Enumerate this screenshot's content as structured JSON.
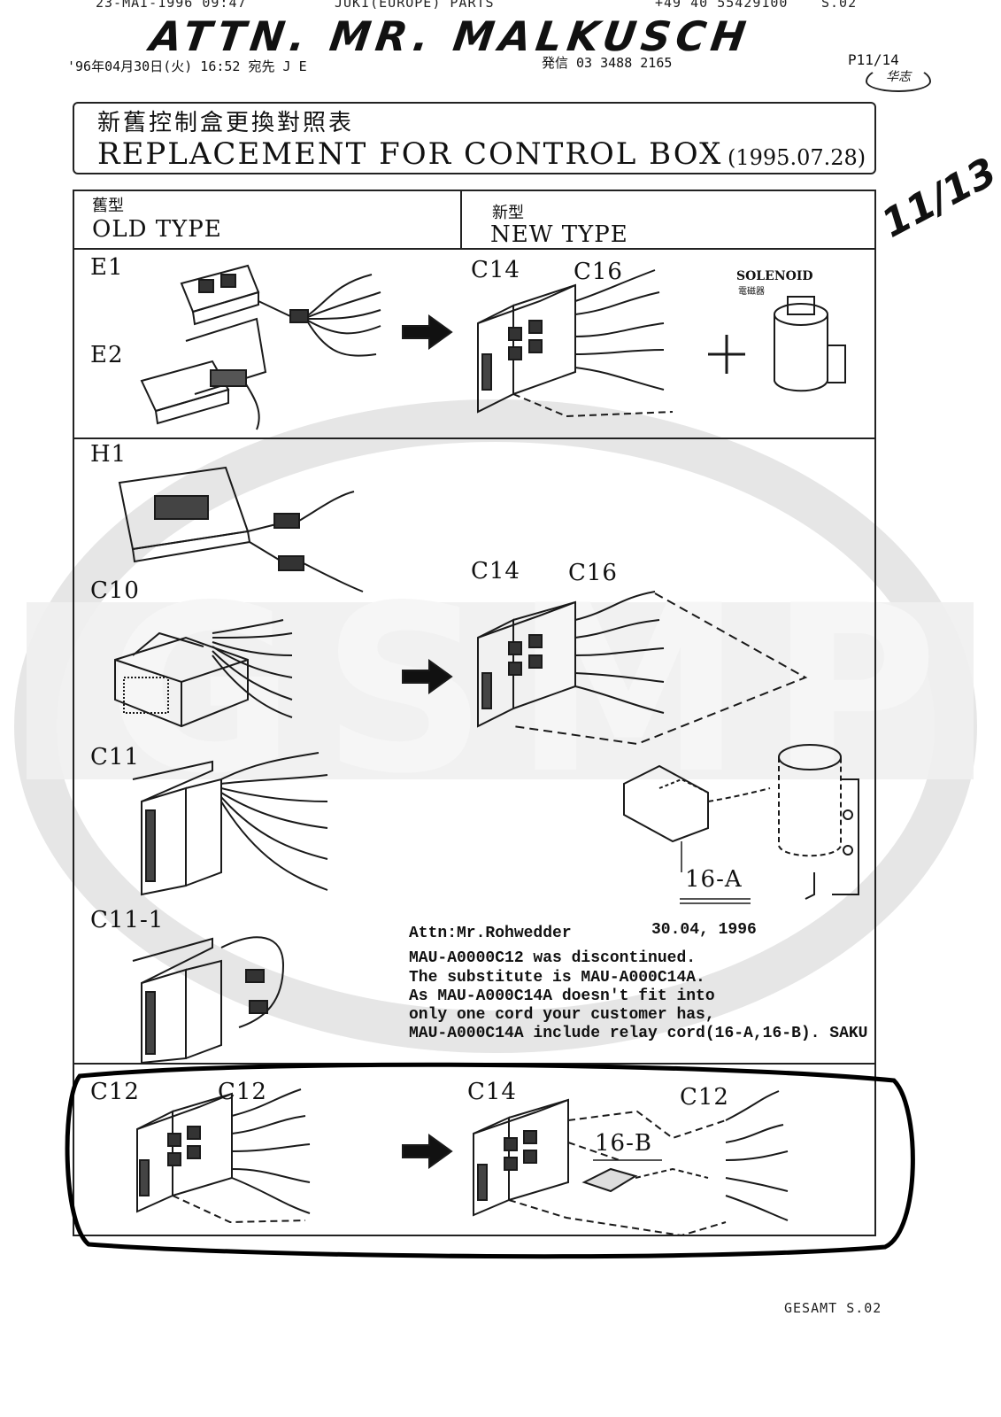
{
  "fax_header": {
    "date_time": "23-MAI-1996  09:47",
    "sender": "JUKI(EUROPE) PARTS",
    "phone": "+49 40 55429100",
    "page": "S.02"
  },
  "attention": "ATTN. MR. MALKUSCH",
  "fax_subheader": {
    "date_time": "'96年04月30日(火) 16:52  宛先 J E",
    "sender_phone": "発信 03 3488 2165",
    "page": "P11/14"
  },
  "stamp_text": "华志",
  "handwritten_ratio": "11/13",
  "title": {
    "chinese": "新舊控制盒更換對照表",
    "english": "REPLACEMENT FOR CONTROL BOX",
    "date": "(1995.07.28)"
  },
  "columns": {
    "old_chinese": "舊型",
    "old_english": "OLD TYPE",
    "new_chinese": "新型",
    "new_english": "NEW TYPE"
  },
  "labels": {
    "e1": "E1",
    "e2": "E2",
    "c14_a": "C14",
    "c16_a": "C16",
    "solenoid": "SOLENOID",
    "solenoid_jp": "電磁器",
    "plus": "+",
    "h1": "H1",
    "c10": "C10",
    "c14_b": "C14",
    "c16_b": "C16",
    "c11": "C11",
    "relay_16a": "16-A",
    "c11_1": "C11-1",
    "c12_old_box": "C12",
    "c12_old_cord": "C12",
    "c14_c": "C14",
    "c12_new_cord": "C12",
    "relay_16b": "16-B"
  },
  "note": {
    "attn": "Attn:Mr.Rohwedder",
    "date": "30.04, 1996",
    "line1": "MAU-A0000C12 was discontinued.",
    "line2": "The substitute is MAU-A000C14A.",
    "line3": "As MAU-A000C14A doesn't fit into",
    "line4": "only one cord your customer has,",
    "line5": "MAU-A000C14A include relay cord(16-A,16-B). SAKU"
  },
  "watermark": "GSMP",
  "footer": "GESAMT S.02"
}
